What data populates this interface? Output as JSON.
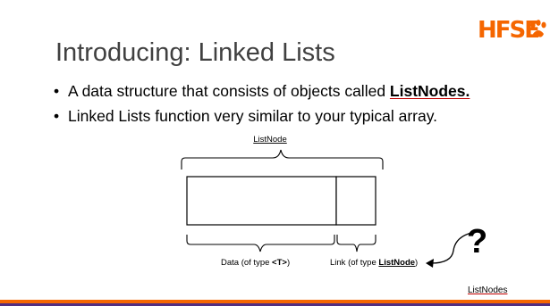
{
  "slide": {
    "logo_text": "HFSE",
    "logo_icon": "paw-icon",
    "title": "Introducing: Linked Lists",
    "bullets": [
      {
        "text_before": "A data structure that consists of objects called ",
        "keyword": "ListNodes.",
        "text_after": ""
      },
      {
        "text_before": "Linked Lists function very similar to your typical array.",
        "keyword": "",
        "text_after": ""
      }
    ],
    "diagram": {
      "top_label": "ListNode",
      "data_label_prefix": "Data (of type ",
      "data_label_type": "<T>",
      "data_label_suffix": ")",
      "link_label_prefix": "Link (of type ",
      "link_label_type": "ListNode",
      "link_label_suffix": ")",
      "question_mark": "?"
    },
    "footer_label": "ListNodes",
    "colors": {
      "accent_orange": "#f56600",
      "accent_purple": "#522d80",
      "title_gray": "#404040",
      "underline_red": "#c00000"
    }
  }
}
